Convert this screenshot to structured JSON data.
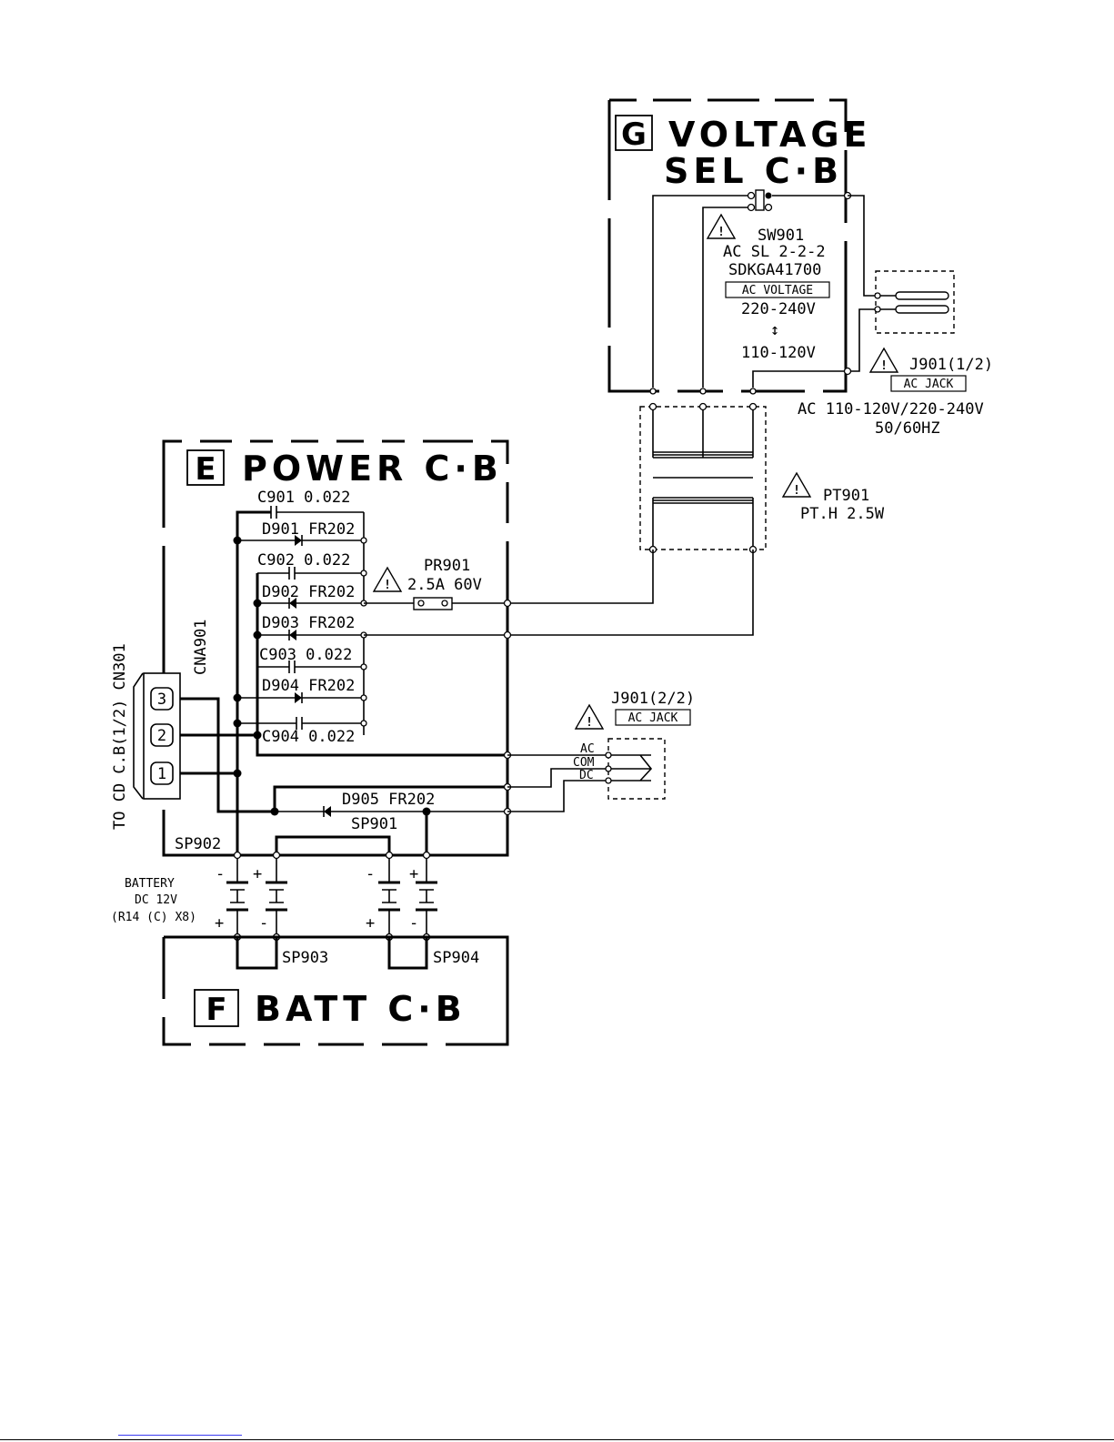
{
  "voltage_board": {
    "letter": "G",
    "title_line1": "VOLTAGE",
    "title_line2": "SEL C·B",
    "switch": {
      "ref": "SW901",
      "part1": "AC SL 2-2-2",
      "part2": "SDKGA41700",
      "setting_label": "AC VOLTAGE",
      "option_high": "220-240V",
      "option_low": "110-120V"
    },
    "jack1": {
      "ref": "J901(1/2)",
      "label": "AC JACK",
      "rating1": "AC 110-120V/220-240V",
      "rating2": "50/60HZ"
    }
  },
  "transformer": {
    "ref": "PT901",
    "part": "PT.H 2.5W"
  },
  "power_board": {
    "letter": "E",
    "title": "POWER C·B",
    "connector": "CNA901",
    "cable_label": "TO CD C.B(1/2) CN301",
    "pins": [
      "3",
      "2",
      "1"
    ],
    "c901": "C901 0.022",
    "d901": "D901 FR202",
    "c902": "C902 0.022",
    "d902": "D902 FR202",
    "d903": "D903 FR202",
    "c903": "C903 0.022",
    "d904": "D904 FR202",
    "c904": "C904 0.022",
    "d905": "D905 FR202",
    "fuse_ref": "PR901",
    "fuse_rating": "2.5A 60V",
    "sp901": "SP901",
    "sp902": "SP902"
  },
  "jack2": {
    "ref": "J901(2/2)",
    "label": "AC JACK",
    "pin_ac": "AC",
    "pin_com": "COM",
    "pin_dc": "DC"
  },
  "battery": {
    "line1": "BATTERY",
    "line2": "DC 12V",
    "line3": "(R14 (C) X8)",
    "minus": "-",
    "plus": "+"
  },
  "batt_board": {
    "letter": "F",
    "title": "BATT C·B",
    "sp903": "SP903",
    "sp904": "SP904"
  },
  "warning_mark": "!",
  "switch_arrow": "↕"
}
